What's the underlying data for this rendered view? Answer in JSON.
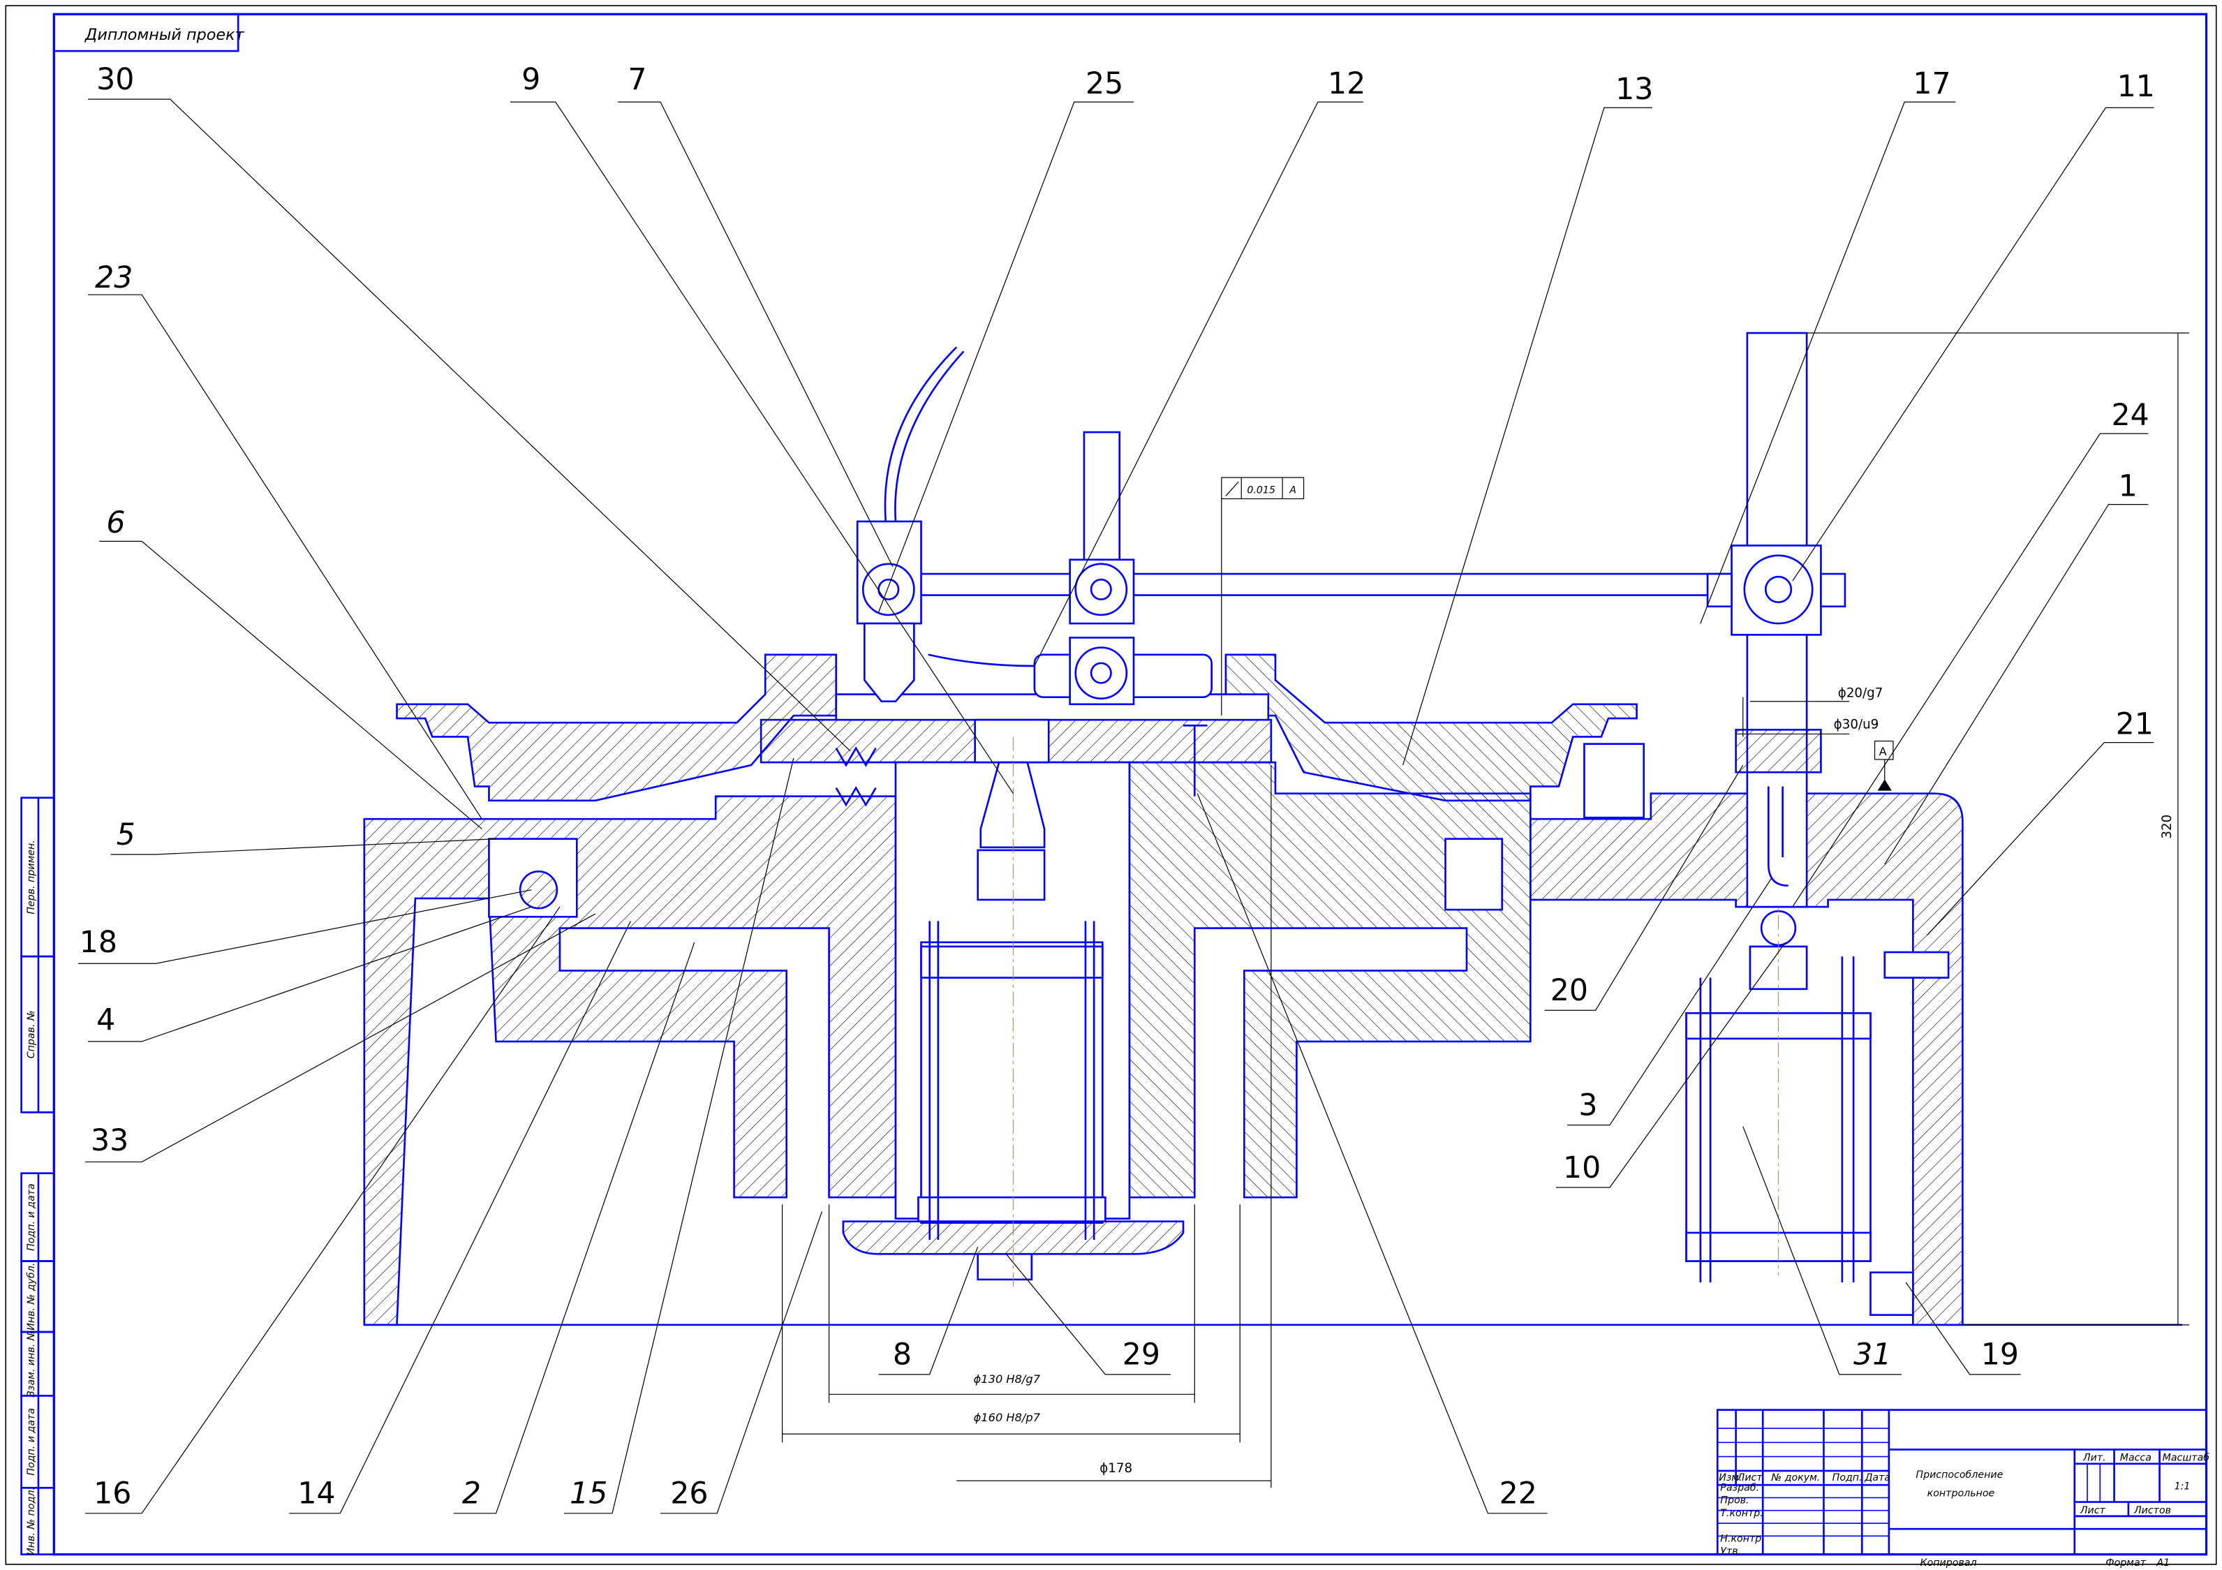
{
  "stamp": "Дипломный проект",
  "callouts": [
    "30",
    "9",
    "7",
    "25",
    "12",
    "13",
    "17",
    "11",
    "23",
    "6",
    "5",
    "18",
    "4",
    "33",
    "24",
    "1",
    "21",
    "20",
    "3",
    "10",
    "31",
    "19",
    "8",
    "29",
    "22",
    "26",
    "15",
    "2",
    "14",
    "16"
  ],
  "dimensions": {
    "d130": "ϕ130 H8/g7",
    "d160": "ϕ160 H8/p7",
    "d178": "ϕ178",
    "d20": "ϕ20/g7",
    "d30": "ϕ30/u9",
    "h320": "320"
  },
  "tolerance": {
    "symbol": "runout-arrow",
    "value": "0.015",
    "datum": "A"
  },
  "datum_label": "A",
  "side_strip": [
    "Перв. примен.",
    "Справ. №",
    "Подп. и дата",
    "Инв. № дубл.",
    "Взам. инв. №",
    "Подп. и дата",
    "Инв. № подл."
  ],
  "title_block": {
    "headers": [
      "Изм.",
      "Лист",
      "№ докум.",
      "Подп.",
      "Дата"
    ],
    "roles": [
      "Разраб.",
      "Пров.",
      "Т.контр.",
      "Н.контр.",
      "Утв."
    ],
    "title_line1": "Приспособление",
    "title_line2": "контрольное",
    "lit": "Лит.",
    "mass": "Масса",
    "scale_label": "Масштаб",
    "scale": "1:1",
    "sheet": "Лист",
    "sheets": "Листов",
    "copied": "Копировал",
    "format_label": "Формат",
    "format": "A1"
  },
  "colors": {
    "lines": "#0000ff",
    "leaders": "#000000",
    "centerlines": "#ff8000"
  }
}
